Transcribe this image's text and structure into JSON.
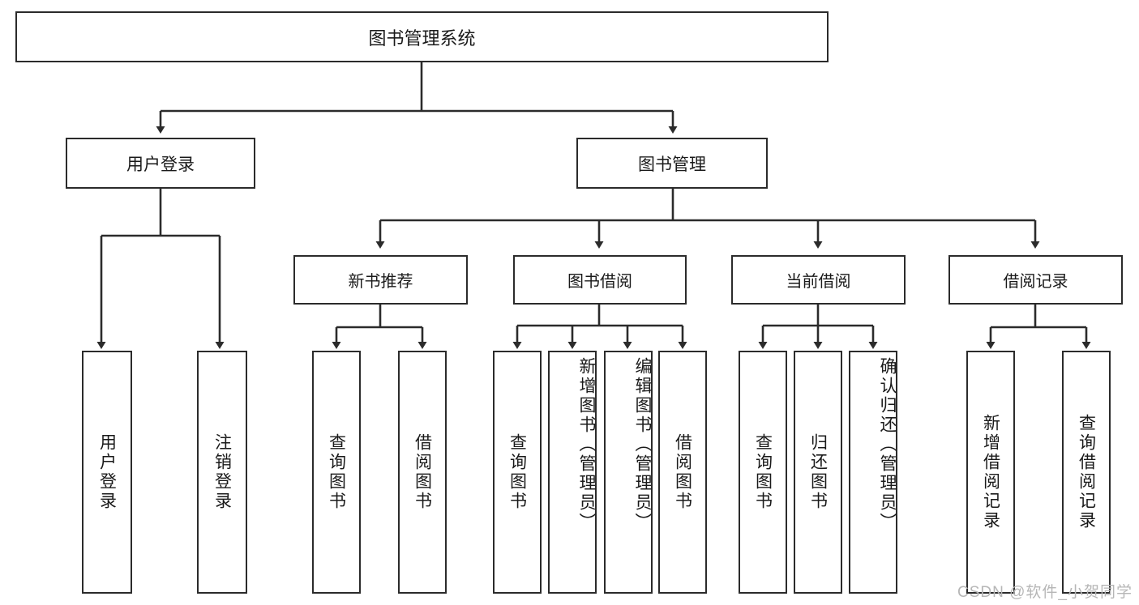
{
  "diagram": {
    "type": "tree-hierarchy",
    "title": "图书管理系统",
    "watermark": "CSDN @软件_小贺同学",
    "colors": {
      "stroke": "#2b2b2b",
      "fill": "#ffffff",
      "text": "#1a1a1a",
      "watermark": "#b6b6b6"
    },
    "nodes": {
      "root": {
        "label": "图书管理系统"
      },
      "level1": [
        {
          "id": "user-login",
          "label": "用户登录"
        },
        {
          "id": "book-manage",
          "label": "图书管理"
        }
      ],
      "level2": [
        {
          "id": "new-book-rec",
          "label": "新书推荐"
        },
        {
          "id": "book-borrow",
          "label": "图书借阅"
        },
        {
          "id": "current-borrow",
          "label": "当前借阅"
        },
        {
          "id": "borrow-record",
          "label": "借阅记录"
        }
      ],
      "leaves": {
        "user-login": [
          {
            "id": "leaf-user-login",
            "label": "用户登录"
          },
          {
            "id": "leaf-logout",
            "label": "注销登录"
          }
        ],
        "new-book-rec": [
          {
            "id": "leaf-query-book-1",
            "label": "查询图书"
          },
          {
            "id": "leaf-borrow-book-1",
            "label": "借阅图书"
          }
        ],
        "book-borrow": [
          {
            "id": "leaf-query-book-2",
            "label": "查询图书"
          },
          {
            "id": "leaf-add-book",
            "label": "新增图书（管理员）"
          },
          {
            "id": "leaf-edit-book",
            "label": "编辑图书（管理员）"
          },
          {
            "id": "leaf-borrow-book-2",
            "label": "借阅图书"
          }
        ],
        "current-borrow": [
          {
            "id": "leaf-query-book-3",
            "label": "查询图书"
          },
          {
            "id": "leaf-return-book",
            "label": "归还图书"
          },
          {
            "id": "leaf-confirm-return",
            "label": "确认归还（管理员）"
          }
        ],
        "borrow-record": [
          {
            "id": "leaf-add-record",
            "label": "新增借阅记录"
          },
          {
            "id": "leaf-query-record",
            "label": "查询借阅记录"
          }
        ]
      }
    }
  }
}
